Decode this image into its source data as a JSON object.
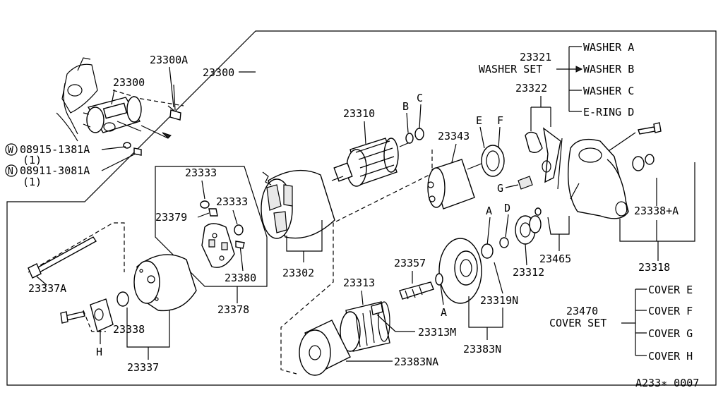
{
  "labels": {
    "p23300a": "23300A",
    "p23300_top": "23300",
    "p23300_main": "23300",
    "w08915": "08915-1381A",
    "w08915_qty": "(1)",
    "n08911": "08911-3081A",
    "n08911_qty": "(1)",
    "w_mark": "W",
    "n_mark": "N",
    "p23310": "23310",
    "b": "B",
    "c": "C",
    "p23321": "23321",
    "washer_set": "WASHER SET",
    "washer_a": "WASHER A",
    "washer_b": "WASHER B",
    "washer_c": "WASHER C",
    "e_ring": "E-RING  D",
    "p23322": "23322",
    "e": "E",
    "f": "F",
    "p23343": "23343",
    "g": "G",
    "p23333_a": "23333",
    "p23333_b": "23333",
    "p23379": "23379",
    "p23380": "23380",
    "p23302": "23302",
    "p23378": "23378",
    "p23337a": "23337A",
    "p23338": "23338",
    "h": "H",
    "p23337": "23337",
    "p23357": "23357",
    "a1": "A",
    "d": "D",
    "a2": "A",
    "p23313": "23313",
    "p23313m": "23313M",
    "p23319n": "23319N",
    "p23383n": "23383N",
    "p23383na": "23383NA",
    "p23312": "23312",
    "p23465": "23465",
    "p23338a": "23338+A",
    "p23318": "23318",
    "p23470": "23470",
    "cover_set": "COVER SET",
    "cover_e": "COVER E",
    "cover_f": "COVER F",
    "cover_g": "COVER G",
    "cover_h": "COVER H",
    "code": "A233∗ 0007"
  }
}
